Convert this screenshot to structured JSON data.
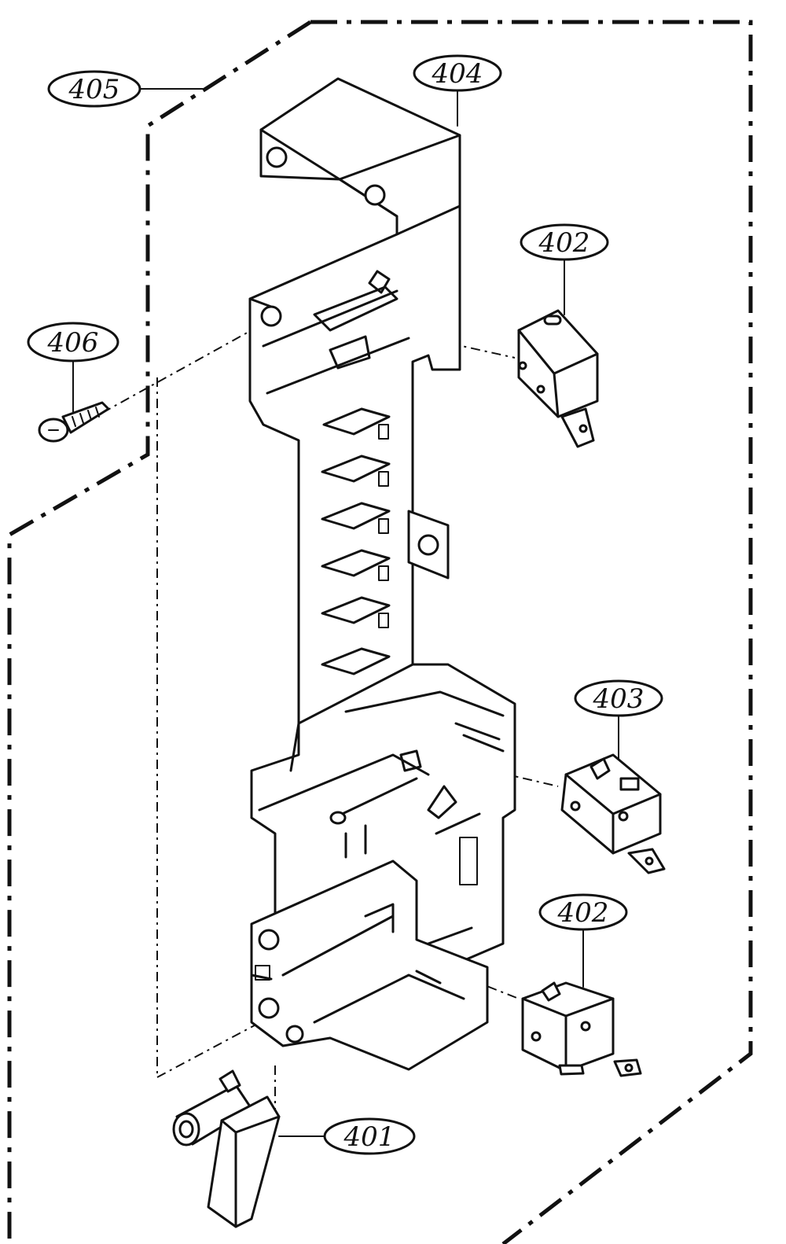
{
  "callouts": {
    "c405": "405",
    "c404": "404",
    "c402_top": "402",
    "c406": "406",
    "c403": "403",
    "c402_bottom": "402",
    "c401": "401"
  }
}
